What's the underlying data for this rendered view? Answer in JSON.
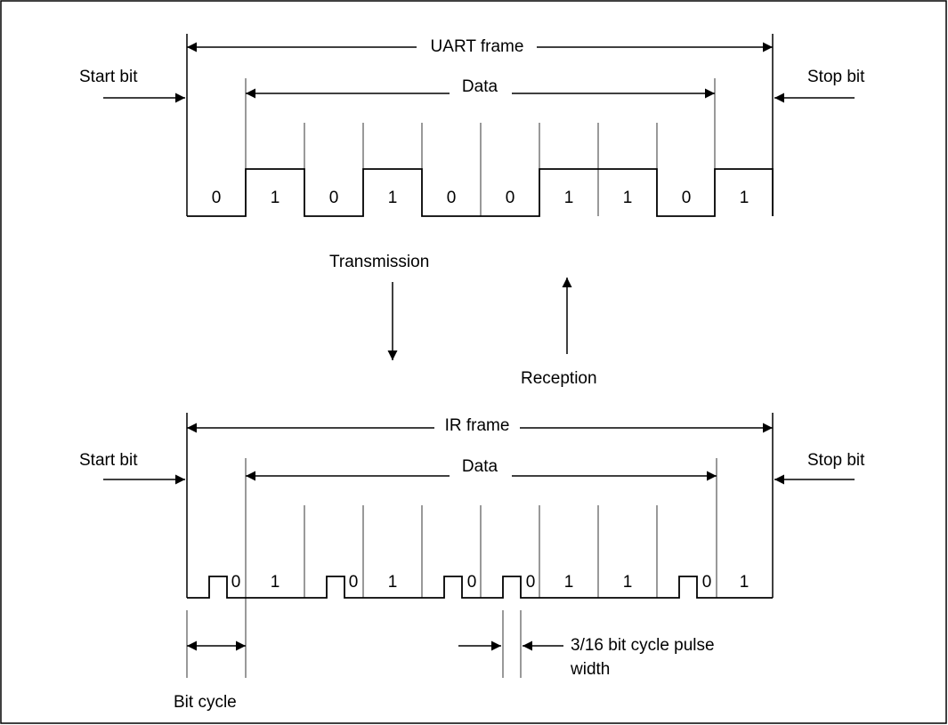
{
  "uart": {
    "frame_label": "UART frame",
    "data_label": "Data",
    "start_label": "Start bit",
    "stop_label": "Stop bit",
    "bits": [
      "0",
      "1",
      "0",
      "1",
      "0",
      "0",
      "1",
      "1",
      "0",
      "1"
    ]
  },
  "transmission_label": "Transmission",
  "reception_label": "Reception",
  "ir": {
    "frame_label": "IR frame",
    "data_label": "Data",
    "start_label": "Start bit",
    "stop_label": "Stop bit",
    "bits": [
      "0",
      "1",
      "0",
      "1",
      "0",
      "0",
      "1",
      "1",
      "0",
      "1"
    ]
  },
  "bit_cycle_label": "Bit cycle",
  "pulse_width_label_line1": "3/16 bit cycle pulse",
  "pulse_width_label_line2": "width"
}
